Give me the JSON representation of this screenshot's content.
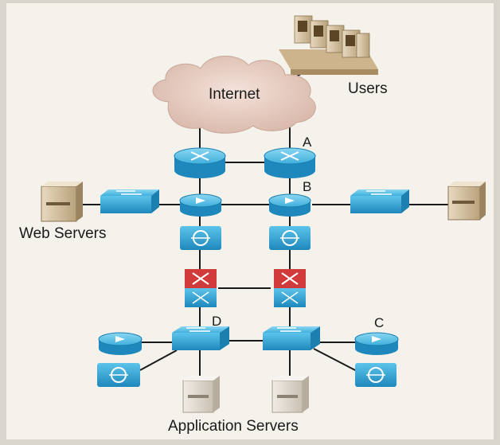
{
  "labels": {
    "internet": "Internet",
    "users": "Users",
    "web_servers": "Web Servers",
    "application_servers": "Application Servers",
    "point_a": "A",
    "point_b": "B",
    "point_c": "C",
    "point_d": "D"
  },
  "colors": {
    "background": "#f3f1ea",
    "device_blue": "#2fa9d8",
    "device_blue_dark": "#1b7fb0",
    "cloud": "#e8cfc4",
    "server": "#e4ddd2",
    "users_pc": "#d7bf98",
    "firewall_red": "#d23b3b",
    "link": "#1a1a1a"
  }
}
